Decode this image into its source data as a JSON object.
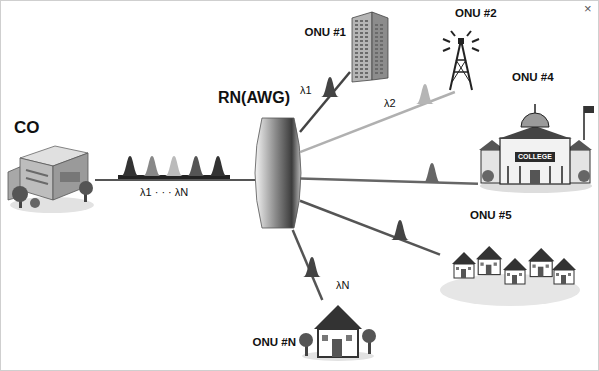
{
  "diagram": {
    "nodes": [
      {
        "text": [
          "CO"
        ]
      },
      {
        "text": [
          "RN(AWG)"
        ]
      },
      {
        "text": [
          "ONU #1"
        ]
      },
      {
        "text": [
          "ONU #2"
        ]
      },
      {
        "text": [
          "ONU #4"
        ]
      },
      {
        "text": [
          "ONU #5"
        ]
      },
      {
        "text": [
          "ONU #N"
        ]
      }
    ],
    "edges": [
      {
        "from": 0,
        "to": 1,
        "arrow": "none",
        "label": "λ1 · · · λN"
      },
      {
        "from": 1,
        "to": 2,
        "arrow": "none",
        "label": "λ1"
      },
      {
        "from": 1,
        "to": 3,
        "arrow": "none",
        "label": "λ2"
      },
      {
        "from": 1,
        "to": 4,
        "arrow": "none"
      },
      {
        "from": 1,
        "to": 5,
        "arrow": "none"
      },
      {
        "from": 1,
        "to": 6,
        "arrow": "none",
        "label": "λN"
      }
    ],
    "labels": [
      "COLLEGE",
      "×"
    ]
  }
}
